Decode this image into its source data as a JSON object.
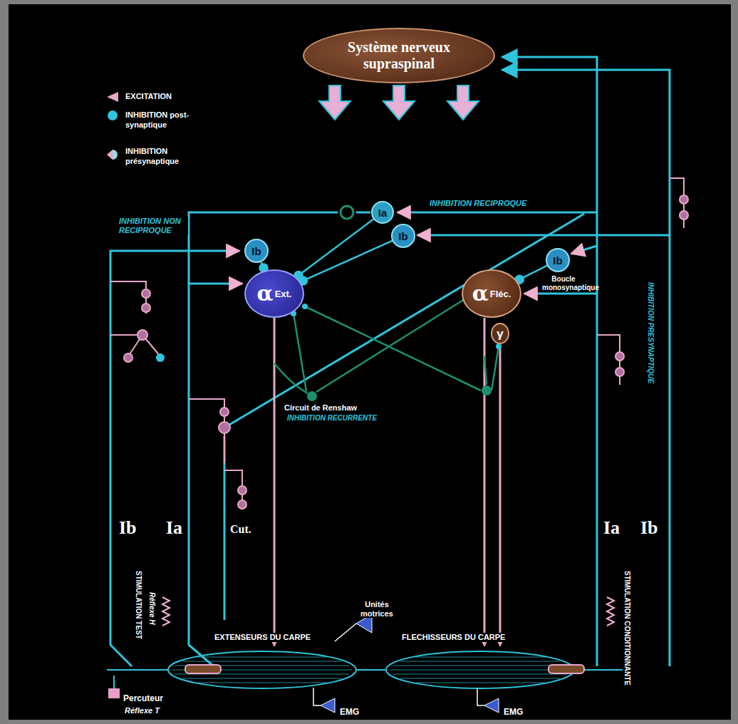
{
  "diagram": {
    "nodes": [
      {
        "text": [
          "Système nerveux supraspinal"
        ]
      },
      {
        "text": [
          "Ia"
        ]
      },
      {
        "text": [
          "Ib"
        ]
      },
      {
        "text": [
          "Ib"
        ]
      },
      {
        "text": [
          "Ib"
        ]
      },
      {
        "text": [
          "α",
          "Ext."
        ]
      },
      {
        "text": [
          "α",
          "Fléc."
        ]
      },
      {
        "text": [
          "γ"
        ]
      }
    ],
    "edges": [
      {
        "from": 1,
        "to": 5,
        "arrow": "to"
      },
      {
        "from": 2,
        "to": 5,
        "arrow": "to"
      },
      {
        "from": 3,
        "to": 5,
        "arrow": "to"
      },
      {
        "from": 4,
        "to": 6,
        "arrow": "to"
      }
    ],
    "labels": [
      "INHIBITION RECIPROQUE",
      "INHIBITION NON RECIPROQUE",
      "Boucle monosynaptique",
      "INHIBITION PRESYNAPTIQUE",
      "Circuit de Renshaw",
      "INHIBITION RECURRENTE",
      "Ib",
      "Ia",
      "Cut.",
      "Ia",
      "Ib",
      "STIMULATION TEST",
      "Réflexe H",
      "STIMULATION CONDITIONNANTE",
      "EXTENSEURS DU CARPE",
      "Unités motrices",
      "FLECHISSEURS DU CARPE",
      "Percuteur",
      "Réflexe T",
      "EMG",
      "EMG"
    ],
    "legend": [
      {
        "text": "EXCITATION"
      },
      {
        "text": "INHIBITION post-synaptique"
      },
      {
        "text": "INHIBITION présynaptique"
      }
    ]
  }
}
